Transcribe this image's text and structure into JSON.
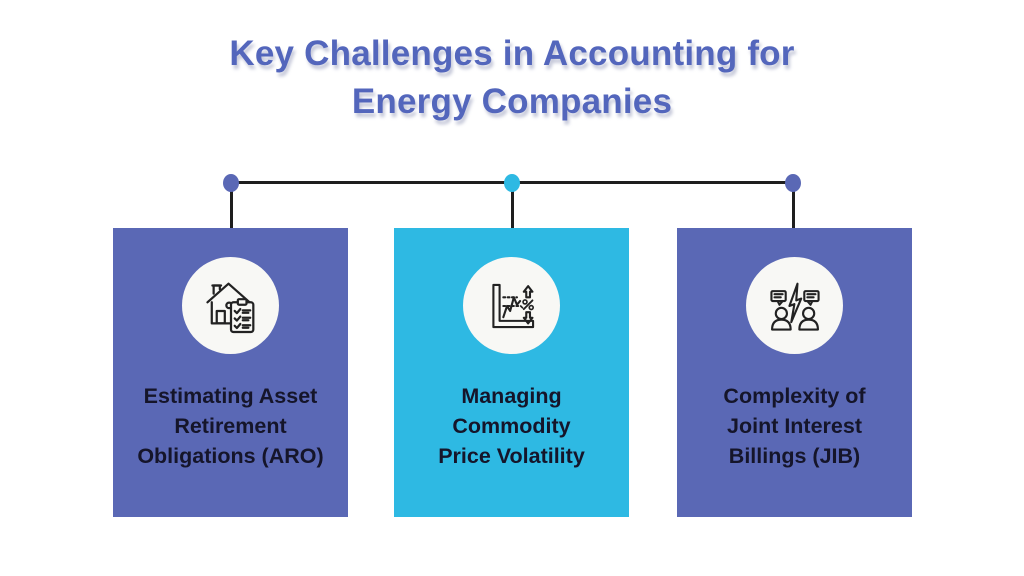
{
  "title": {
    "line1": "Key Challenges in Accounting for",
    "line2": "Energy Companies"
  },
  "colors": {
    "purple": "#5A68B5",
    "cyan": "#2EB9E3",
    "title_text": "#5366BC",
    "card_text": "#15152A",
    "connector_line": "#1e1e1e",
    "icon_circle_bg": "#F8F8F5",
    "background": "#ffffff"
  },
  "connector": {
    "dots": [
      {
        "color": "#5A68B5"
      },
      {
        "color": "#2EB9E3"
      },
      {
        "color": "#5A68B5"
      }
    ]
  },
  "cards": [
    {
      "icon": "house-checklist-icon",
      "color": "#5A68B5",
      "lines": [
        "Estimating Asset",
        "Retirement",
        "Obligations (ARO)"
      ]
    },
    {
      "icon": "price-volatility-chart-icon",
      "color": "#2EB9E3",
      "lines": [
        "Managing",
        "Commodity",
        "Price Volatility"
      ]
    },
    {
      "icon": "dispute-people-icon",
      "color": "#5A68B5",
      "lines": [
        "Complexity of",
        "Joint Interest",
        "Billings (JIB)"
      ]
    }
  ]
}
